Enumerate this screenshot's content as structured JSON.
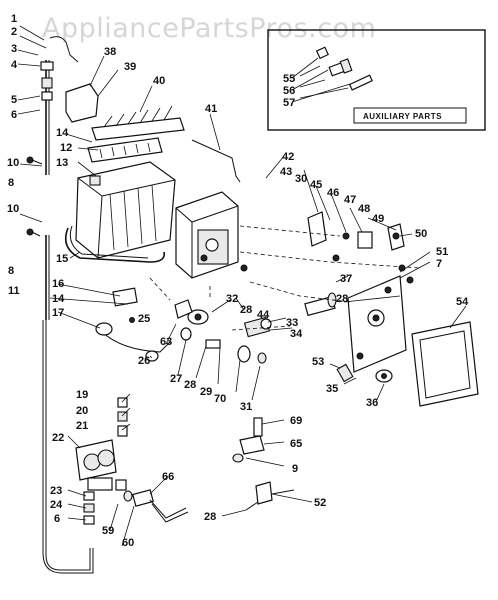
{
  "watermark": "AppliancePartsPros.com",
  "aux_box": {
    "label": "AUXILIARY PARTS"
  },
  "callouts": [
    {
      "id": "c1",
      "text": "1"
    },
    {
      "id": "c2",
      "text": "2"
    },
    {
      "id": "c3",
      "text": "3"
    },
    {
      "id": "c4",
      "text": "4"
    },
    {
      "id": "c5",
      "text": "5"
    },
    {
      "id": "c6a",
      "text": "6"
    },
    {
      "id": "c38",
      "text": "38"
    },
    {
      "id": "c39",
      "text": "39"
    },
    {
      "id": "c40",
      "text": "40"
    },
    {
      "id": "c41",
      "text": "41"
    },
    {
      "id": "c42",
      "text": "42"
    },
    {
      "id": "c55",
      "text": "55"
    },
    {
      "id": "c56",
      "text": "56"
    },
    {
      "id": "c57",
      "text": "57"
    },
    {
      "id": "c14a",
      "text": "14"
    },
    {
      "id": "c12",
      "text": "12"
    },
    {
      "id": "c13",
      "text": "13"
    },
    {
      "id": "c10a",
      "text": "10"
    },
    {
      "id": "c8a",
      "text": "8"
    },
    {
      "id": "c43",
      "text": "43"
    },
    {
      "id": "c30",
      "text": "30"
    },
    {
      "id": "c45",
      "text": "45"
    },
    {
      "id": "c46",
      "text": "46"
    },
    {
      "id": "c47",
      "text": "47"
    },
    {
      "id": "c48",
      "text": "48"
    },
    {
      "id": "c49",
      "text": "49"
    },
    {
      "id": "c50",
      "text": "50"
    },
    {
      "id": "c10b",
      "text": "10"
    },
    {
      "id": "c8b",
      "text": "8"
    },
    {
      "id": "c15",
      "text": "15"
    },
    {
      "id": "c11",
      "text": "11"
    },
    {
      "id": "c16",
      "text": "16"
    },
    {
      "id": "c14b",
      "text": "14"
    },
    {
      "id": "c17",
      "text": "17"
    },
    {
      "id": "c25",
      "text": "25"
    },
    {
      "id": "c32",
      "text": "32"
    },
    {
      "id": "c28a",
      "text": "28"
    },
    {
      "id": "c37",
      "text": "37"
    },
    {
      "id": "c51",
      "text": "51"
    },
    {
      "id": "c7",
      "text": "7"
    },
    {
      "id": "c28b",
      "text": "28"
    },
    {
      "id": "c54",
      "text": "54"
    },
    {
      "id": "c44",
      "text": "44"
    },
    {
      "id": "c33",
      "text": "33"
    },
    {
      "id": "c34",
      "text": "34"
    },
    {
      "id": "c63",
      "text": "63"
    },
    {
      "id": "c26",
      "text": "26"
    },
    {
      "id": "c27",
      "text": "27"
    },
    {
      "id": "c28c",
      "text": "28"
    },
    {
      "id": "c29",
      "text": "29"
    },
    {
      "id": "c70",
      "text": "70"
    },
    {
      "id": "c31",
      "text": "31"
    },
    {
      "id": "c53",
      "text": "53"
    },
    {
      "id": "c35",
      "text": "35"
    },
    {
      "id": "c36",
      "text": "36"
    },
    {
      "id": "c19",
      "text": "19"
    },
    {
      "id": "c20",
      "text": "20"
    },
    {
      "id": "c21",
      "text": "21"
    },
    {
      "id": "c22",
      "text": "22"
    },
    {
      "id": "c69",
      "text": "69"
    },
    {
      "id": "c65",
      "text": "65"
    },
    {
      "id": "c9",
      "text": "9"
    },
    {
      "id": "c66",
      "text": "66"
    },
    {
      "id": "c23",
      "text": "23"
    },
    {
      "id": "c24",
      "text": "24"
    },
    {
      "id": "c6b",
      "text": "6"
    },
    {
      "id": "c59",
      "text": "59"
    },
    {
      "id": "c60",
      "text": "60"
    },
    {
      "id": "c52",
      "text": "52"
    },
    {
      "id": "c28d",
      "text": "28"
    }
  ]
}
